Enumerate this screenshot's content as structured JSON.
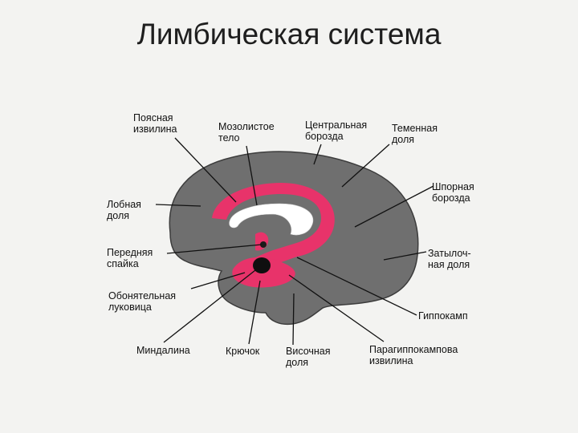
{
  "title": "Лимбическая система",
  "labels": {
    "cingulate_gyrus": "Поясная\nизвилина",
    "corpus_callosum": "Мозолистое\nтело",
    "central_sulcus": "Центральная\nборозда",
    "parietal_lobe": "Теменная\nдоля",
    "frontal_lobe": "Лобная\nдоля",
    "calcarine_sulcus": "Шпорная\nборозда",
    "anterior_commissure": "Передняя\nспайка",
    "occipital_lobe": "Затылоч-\nная доля",
    "olfactory_bulb": "Обонятельная\nлуковица",
    "hippocampus": "Гиппокамп",
    "amygdala": "Миндалина",
    "uncus": "Крючок",
    "temporal_lobe": "Височная\nдоля",
    "parahippocampal_gyrus": "Парагиппокампова\nизвилина"
  },
  "colors": {
    "brain": "#6f6f6f",
    "limbic": "#e8336a",
    "callosum": "#ffffff",
    "leader": "#111111"
  }
}
